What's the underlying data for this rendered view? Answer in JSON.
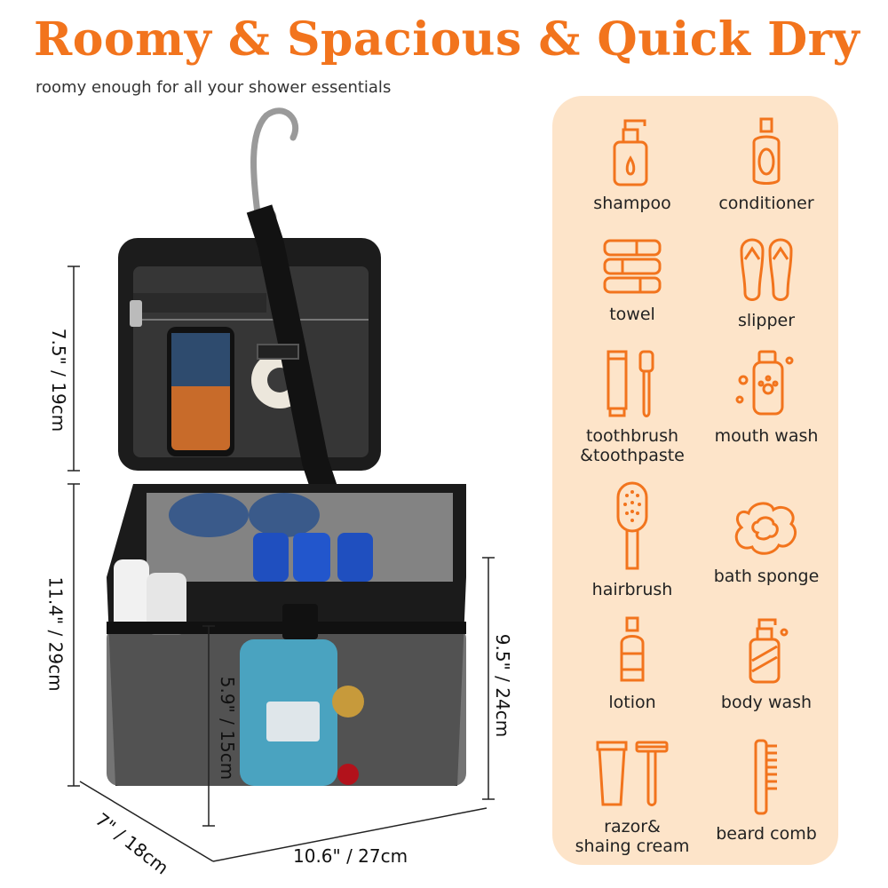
{
  "header": {
    "title": "Roomy & Spacious & Quick Dry",
    "subtitle": "roomy enough for all your shower essentials"
  },
  "colors": {
    "accent": "#f2741d",
    "panel": "#fde4c9"
  },
  "dimensions": {
    "lid_height": "7.5\" / 19cm",
    "total_height": "11.4\" / 29cm",
    "pocket_height": "5.9\" / 15cm",
    "body_height": "9.5\" / 24cm",
    "depth": "7\" / 18cm",
    "width": "10.6\" / 27cm"
  },
  "essentials": [
    {
      "label": "shampoo",
      "icon": "shampoo-bottle-icon"
    },
    {
      "label": "conditioner",
      "icon": "conditioner-bottle-icon"
    },
    {
      "label": "towel",
      "icon": "towel-icon"
    },
    {
      "label": "slipper",
      "icon": "slipper-icon"
    },
    {
      "label": "toothbrush\n&toothpaste",
      "icon": "toothbrush-icon"
    },
    {
      "label": "mouth wash",
      "icon": "mouthwash-icon"
    },
    {
      "label": "hairbrush",
      "icon": "hairbrush-icon"
    },
    {
      "label": "bath sponge",
      "icon": "sponge-icon"
    },
    {
      "label": "lotion",
      "icon": "lotion-icon"
    },
    {
      "label": "body wash",
      "icon": "body-wash-icon"
    },
    {
      "label": "razor&\nshaing cream",
      "icon": "razor-icon"
    },
    {
      "label": "beard comb",
      "icon": "comb-icon"
    }
  ]
}
